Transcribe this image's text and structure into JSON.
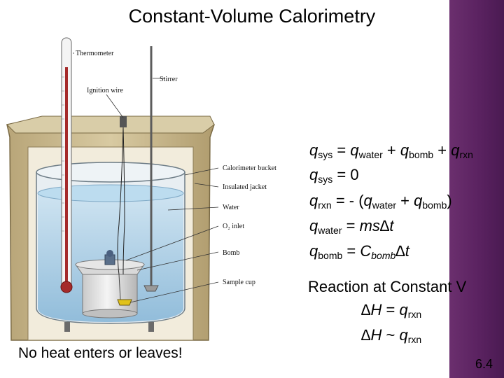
{
  "title": "Constant-Volume Calorimetry",
  "diagram_labels": {
    "thermometer": "Thermometer",
    "ignition_wire": "Ignition wire",
    "stirrer": "Stirrer",
    "calorimeter_bucket": "Calorimeter bucket",
    "insulated_jacket": "Insulated jacket",
    "water": "Water",
    "o2_inlet": "O₂ inlet",
    "bomb": "Bomb",
    "sample_cup": "Sample cup"
  },
  "equations": {
    "eq1": {
      "q1": "q",
      "s1": "sys",
      "eq": " = ",
      "q2": "q",
      "s2": "water",
      "plus1": " + ",
      "q3": "q",
      "s3": "bomb",
      "plus2": " + ",
      "q4": "q",
      "s4": "rxn"
    },
    "eq2": {
      "q1": "q",
      "s1": "sys",
      "rest": " = 0"
    },
    "eq3": {
      "q1": "q",
      "s1": "rxn",
      "mid": " = - (",
      "q2": "q",
      "s2": "water",
      "plus": " + ",
      "q3": "q",
      "s3": "bomb",
      "end": ")"
    },
    "eq4": {
      "q1": "q",
      "s1": "water",
      "mid": " = ",
      "rhs": "ms∆t"
    },
    "eq5": {
      "q1": "q",
      "s1": "bomb",
      "mid": " = ",
      "c": "C",
      "cs": "bomb",
      "rhs": "∆t"
    }
  },
  "reaction": {
    "heading": "Reaction at Constant V",
    "line1": {
      "dh": "∆H",
      "rel": " = ",
      "q": "q",
      "sub": "rxn"
    },
    "line2": {
      "dh": "∆H",
      "rel": " ~ ",
      "q": "q",
      "sub": "rxn"
    }
  },
  "footer": "No heat enters or leaves!",
  "page_number": "6.4",
  "colors": {
    "side_band": "#5a2260",
    "water": "#a9cfe6",
    "jacket": "#cdbd90"
  }
}
